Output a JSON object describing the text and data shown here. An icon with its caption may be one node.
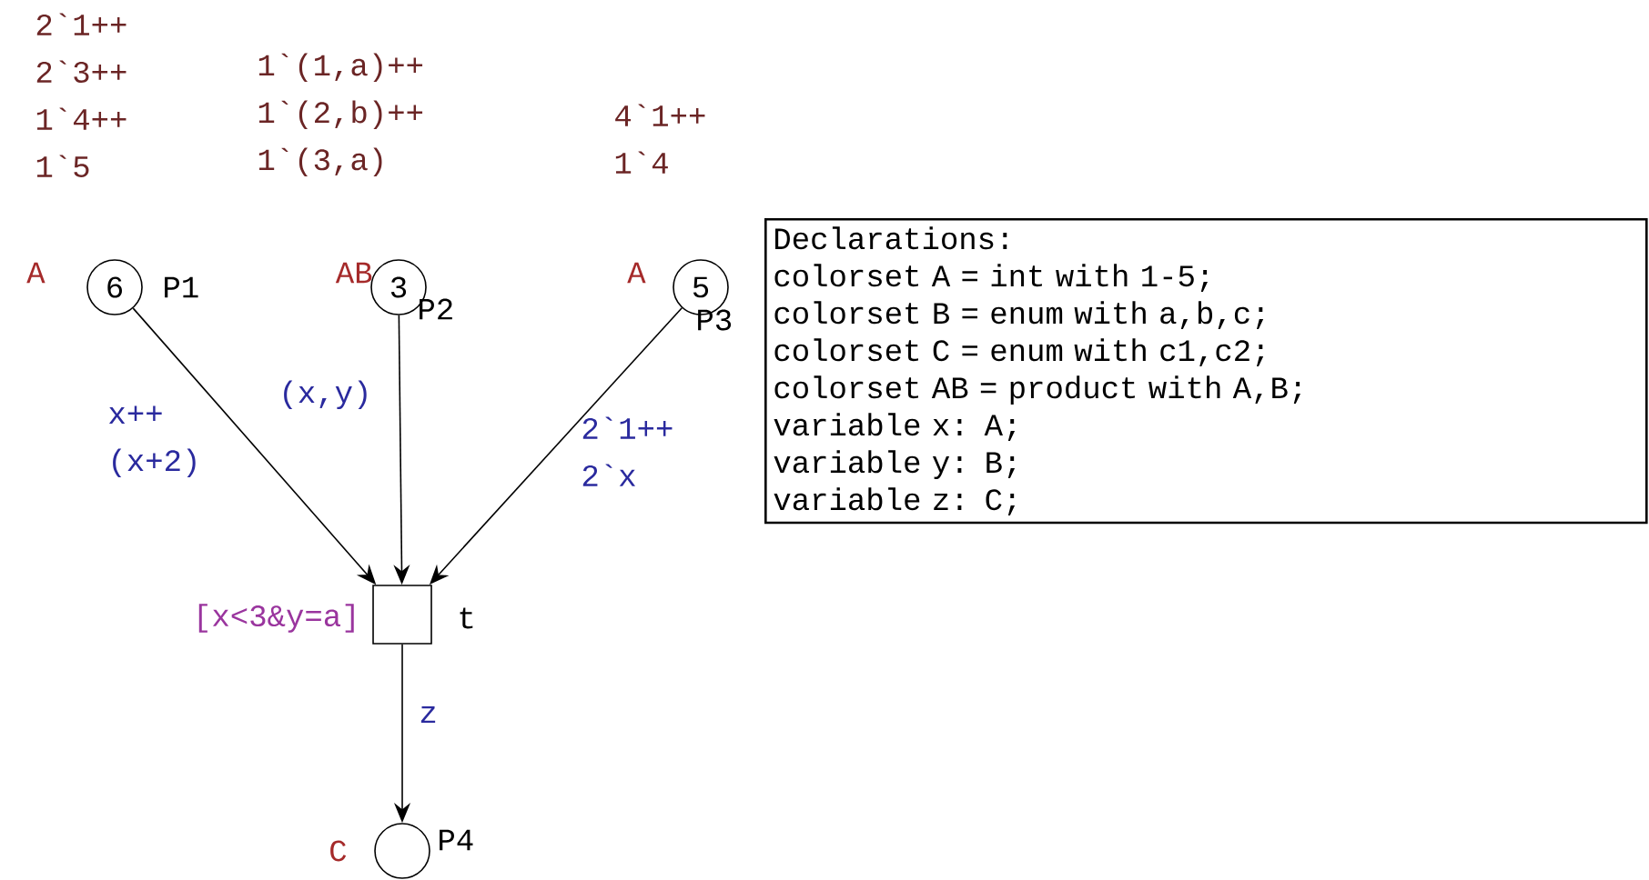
{
  "diagram": {
    "nodes": [
      {
        "text": [
          "6"
        ],
        "beside": [
          "P1",
          "A",
          "2`1++ 2`3++ 1`4++ 1`5"
        ]
      },
      {
        "text": [
          "3"
        ],
        "beside": [
          "P2",
          "AB",
          "1`(1,a)++ 1`(2,b)++ 1`(3,a)"
        ]
      },
      {
        "text": [
          "5"
        ],
        "beside": [
          "P3",
          "A",
          "4`1++ 1`4"
        ]
      },
      {
        "text": [],
        "shape": "box",
        "beside": [
          "t",
          "[x<3&y=a]"
        ]
      },
      {
        "text": [],
        "shape": "circle",
        "beside": [
          "P4",
          "C"
        ]
      },
      {
        "text": [
          "Declarations:",
          "colorset A = int with 1-5;",
          "colorset B = enum with a,b,c;",
          "colorset C = enum with c1,c2;",
          "colorset AB = product with A,B;",
          "variable x: A;",
          "variable y: B;",
          "variable z: C;"
        ]
      }
    ],
    "edges": [
      {
        "from": 0,
        "to": 3,
        "arrow": "to",
        "label": "x++ (x+2)"
      },
      {
        "from": 1,
        "to": 3,
        "arrow": "to",
        "label": "(x,y)"
      },
      {
        "from": 2,
        "to": 3,
        "arrow": "to",
        "label": "2`1++ 2`x"
      },
      {
        "from": 3,
        "to": 4,
        "arrow": "to",
        "label": "z"
      }
    ]
  }
}
